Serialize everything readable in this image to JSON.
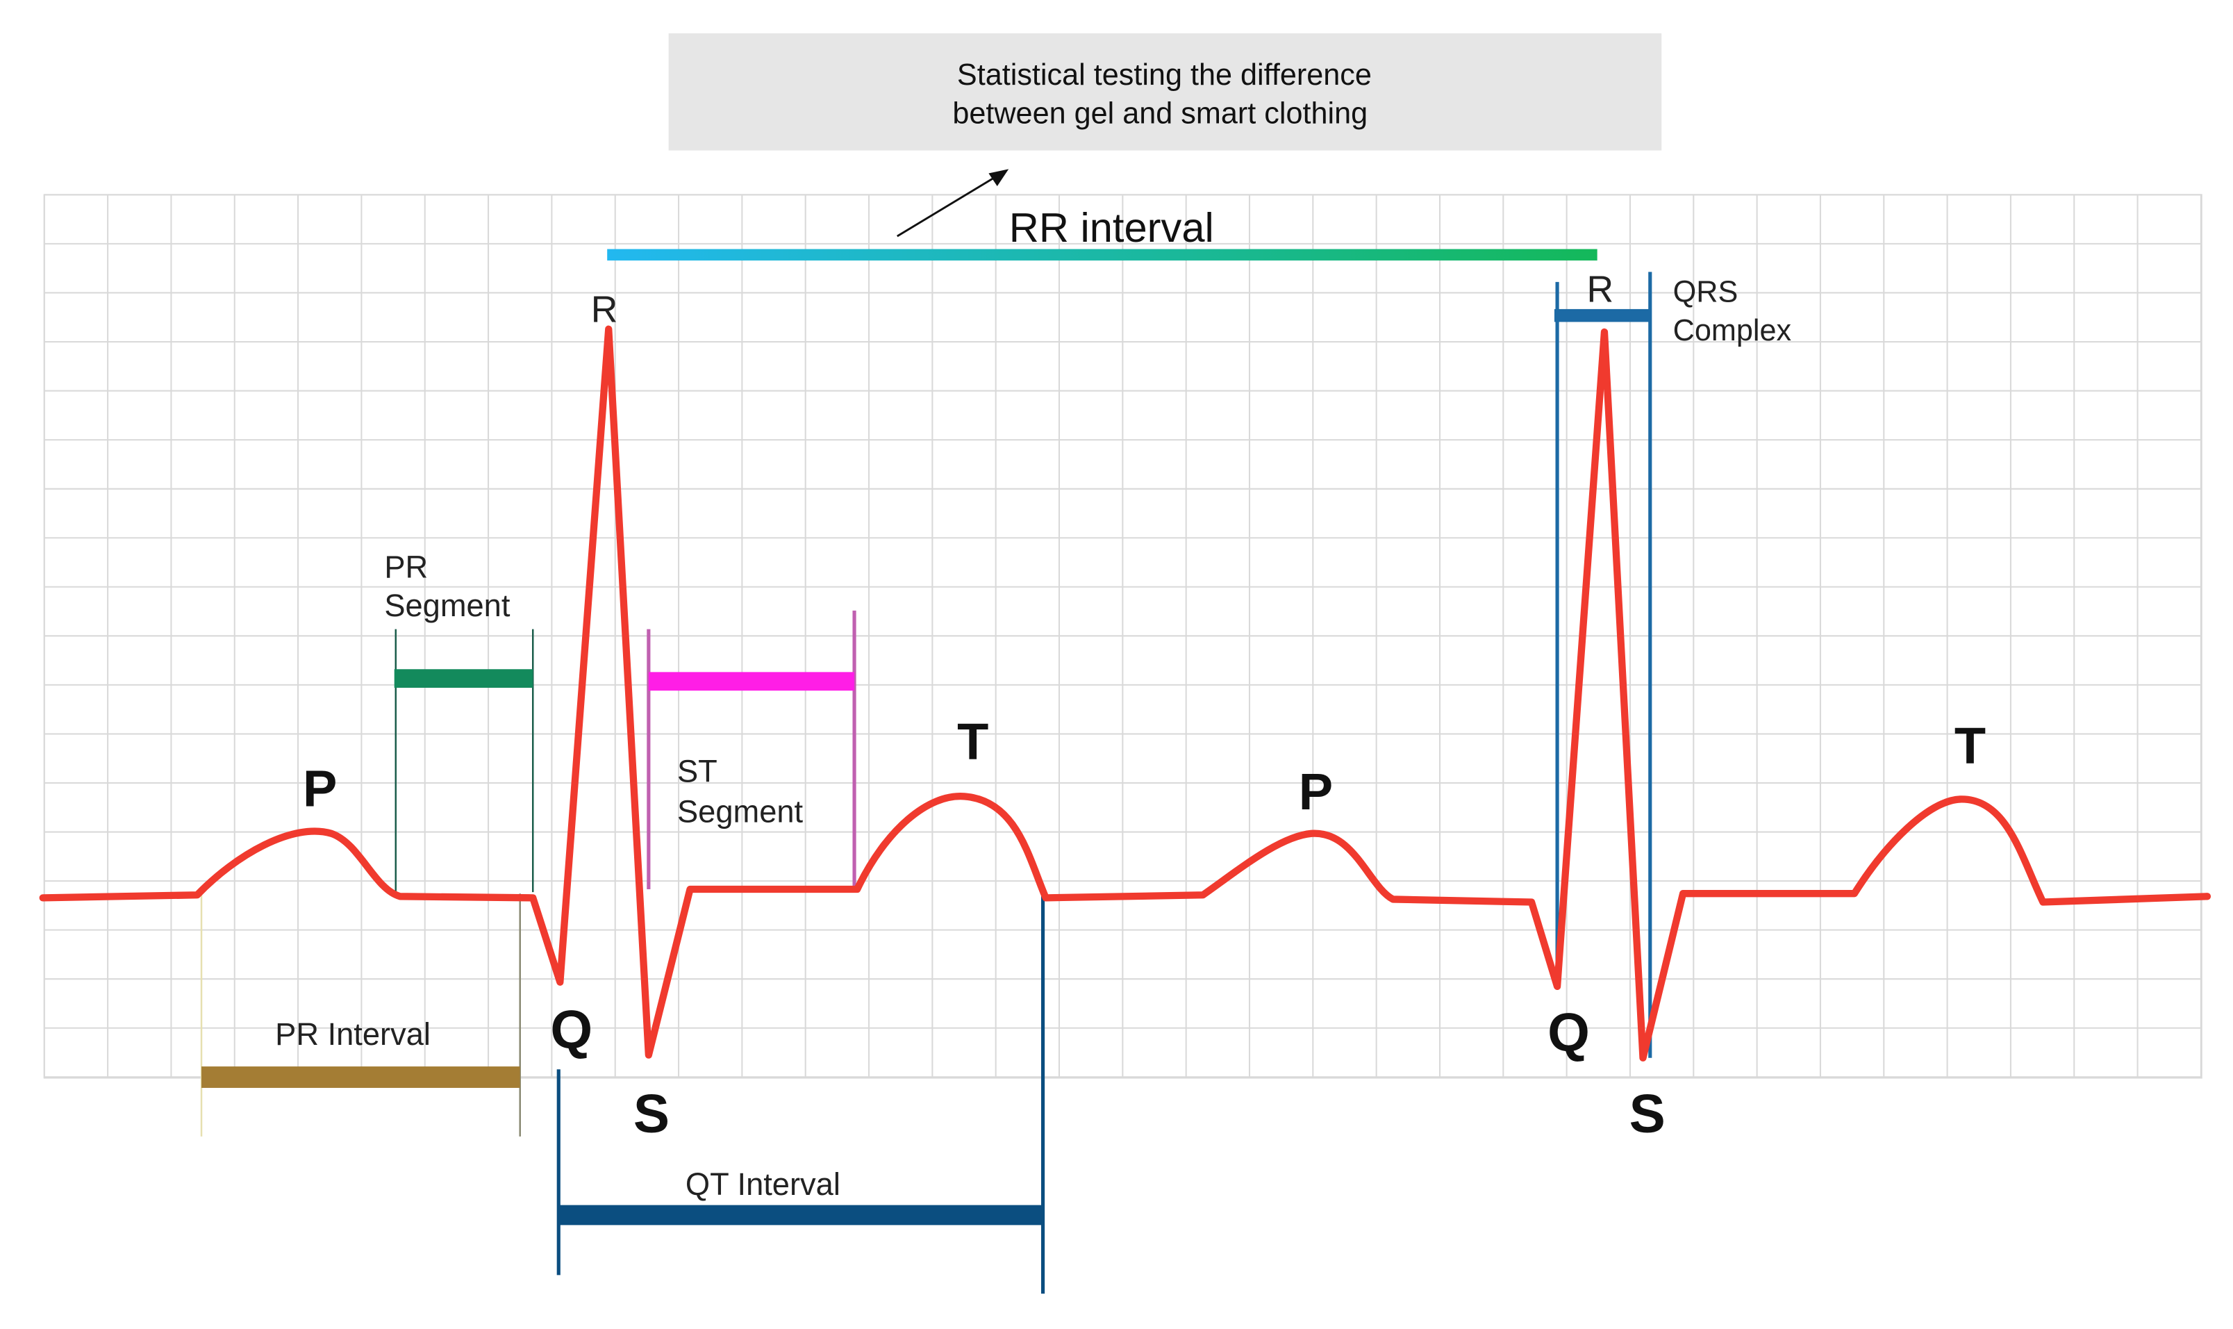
{
  "callout": {
    "line1": "Statistical testing the difference",
    "line2": "between gel and smart clothing"
  },
  "labels": {
    "rr_interval": "RR interval",
    "r1": "R",
    "r2": "R",
    "qrs_line1": "QRS",
    "qrs_line2": "Complex",
    "pr_segment_line1": "PR",
    "pr_segment_line2": "Segment",
    "st_segment_line1": "ST",
    "st_segment_line2": "Segment",
    "p1": "P",
    "p2": "P",
    "t1": "T",
    "t2": "T",
    "q1": "Q",
    "q2": "Q",
    "s1": "S",
    "s2": "S",
    "pr_interval": "PR Interval",
    "qt_interval": "QT Interval"
  },
  "colors": {
    "ecg_trace": "#f03a2e",
    "grid": "#d9d9d9",
    "callout_bg": "#e6e6e6",
    "rr_start": "#22b8f0",
    "rr_end": "#14b85a",
    "pr_segment": "#138a5c",
    "st_segment": "#ff1ee6",
    "pr_interval": "#a47d34",
    "qt_interval": "#0b4e80",
    "qrs_complex": "#1c6aa5"
  }
}
